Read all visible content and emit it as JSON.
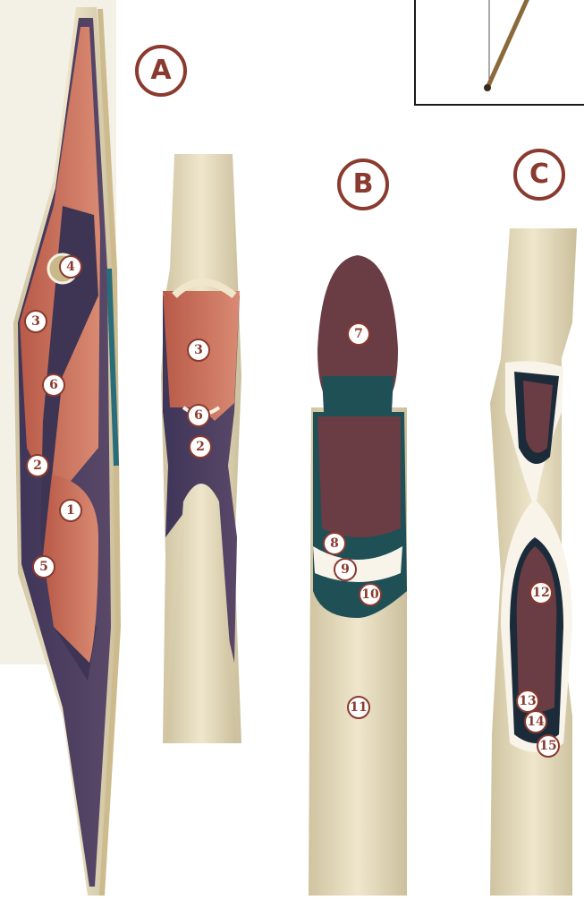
{
  "sections": {
    "a": "A",
    "b": "B",
    "c": "C"
  },
  "callouts": {
    "n1": "1",
    "n2a": "2",
    "n2b": "2",
    "n3a": "3",
    "n3b": "3",
    "n4": "4",
    "n5": "5",
    "n6a": "6",
    "n6b": "6",
    "n7": "7",
    "n8": "8",
    "n9": "9",
    "n10": "10",
    "n11": "11",
    "n12": "12",
    "n13": "13",
    "n14": "14",
    "n15": "15"
  },
  "colors": {
    "accent": "#8a3a2e",
    "maple": "#e8dcc0",
    "purpleheart": "#4a3a5a",
    "redwood": "#c8705a"
  }
}
